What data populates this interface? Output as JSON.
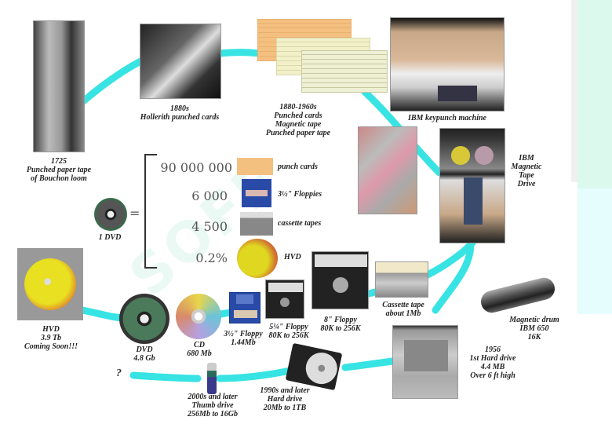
{
  "title": "Evolution of data storage",
  "watermark": "SOFF",
  "colors": {
    "timeline": "#22e0e0",
    "mint_panel": "#dcf9ee",
    "caption": "#222222"
  },
  "timeline_items": [
    {
      "id": "punched-paper-tape",
      "lines": [
        "1725",
        "Punched paper tape",
        "of Bouchon loom"
      ]
    },
    {
      "id": "hollerith-cards",
      "lines": [
        "1880s",
        "Hollerith punched cards"
      ]
    },
    {
      "id": "punched-cards-tape",
      "lines": [
        "1880-1960s",
        "Punched cards",
        "Magnetic tape",
        "Punched paper tape"
      ]
    },
    {
      "id": "ibm-keypunch",
      "lines": [
        "IBM keypunch machine"
      ]
    },
    {
      "id": "ibm-tape-drive",
      "lines": [
        "IBM",
        "Magnetic",
        "Tape",
        "Drive"
      ]
    },
    {
      "id": "magnetic-drum",
      "lines": [
        "Magnetic drum",
        "IBM 650",
        "16K"
      ]
    },
    {
      "id": "first-hard-drive",
      "lines": [
        "1956",
        "1st Hard drive",
        "4.4 MB",
        "Over 6 ft high"
      ]
    },
    {
      "id": "cassette-tape",
      "lines": [
        "Cassette tape",
        "about 1Mb"
      ]
    },
    {
      "id": "floppy-8",
      "lines": [
        "8\" Floppy",
        "80K to 256K"
      ]
    },
    {
      "id": "floppy-525",
      "lines": [
        "5¼\" Floppy",
        "80K to 256K"
      ]
    },
    {
      "id": "floppy-35",
      "lines": [
        "3½\" Floppy",
        "1.44Mb"
      ]
    },
    {
      "id": "cd",
      "lines": [
        "CD",
        "680 Mb"
      ]
    },
    {
      "id": "dvd",
      "lines": [
        "DVD",
        "4.8 Gb"
      ]
    },
    {
      "id": "hvd",
      "lines": [
        "HVD",
        "3.9 Tb",
        "Coming Soon!!!"
      ]
    },
    {
      "id": "hard-drive-1990s",
      "lines": [
        "1990s and later",
        "Hard drive",
        "20Mb to 1TB"
      ]
    },
    {
      "id": "thumb-drive",
      "lines": [
        "2000s and later",
        "Thumb drive",
        "256Mb to 16Gb"
      ]
    }
  ],
  "future_marker": "?",
  "equivalence": {
    "left_label": "1 DVD",
    "equals": "=",
    "rows": [
      {
        "value": "90 000 000",
        "label": "punch cards"
      },
      {
        "value": "6 000",
        "label": "3½\" Floppies"
      },
      {
        "value": "4 500",
        "label": "cassette tapes"
      },
      {
        "value": "0.2%",
        "label": "HVD"
      }
    ]
  }
}
